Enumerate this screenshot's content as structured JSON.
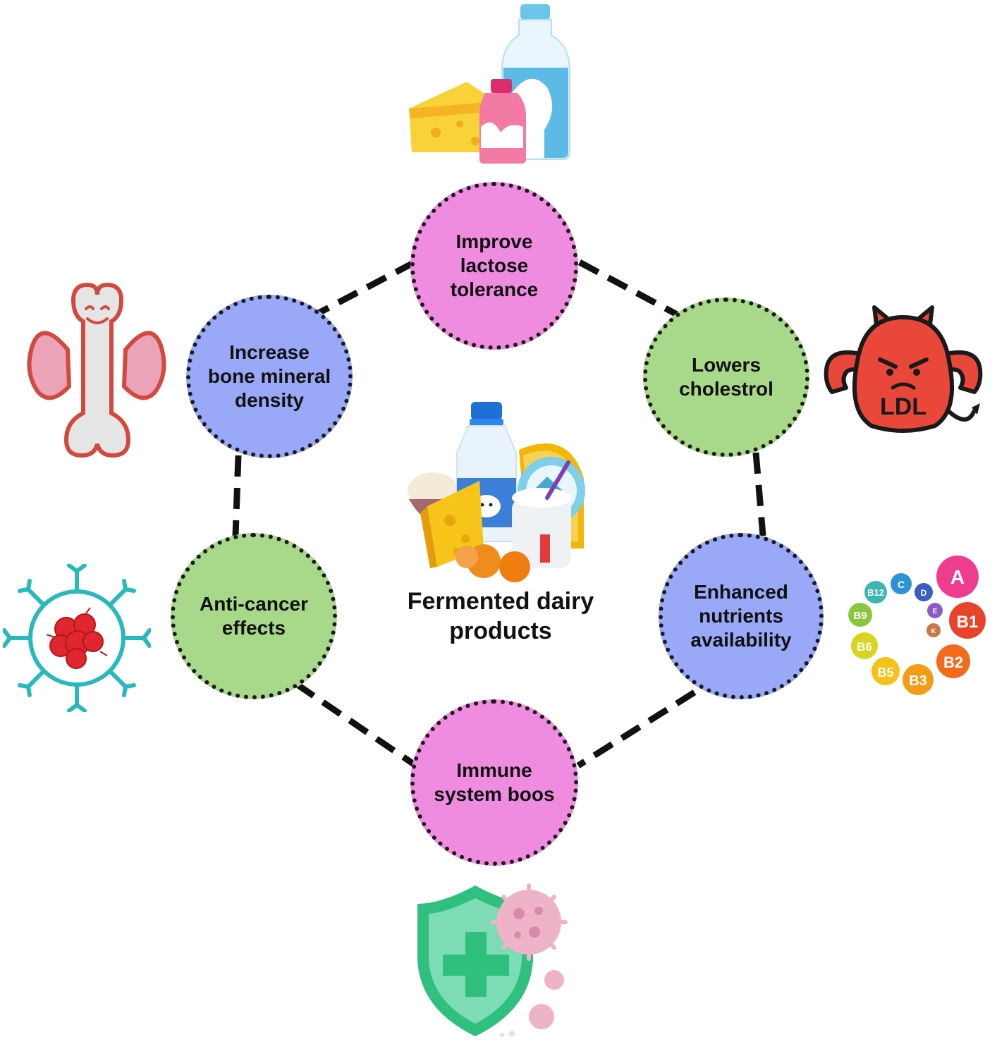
{
  "diagram": {
    "center_label": "Fermented dairy\nproducts",
    "nodes": [
      {
        "id": "lactose",
        "label": "Improve\nlactose\ntolerance",
        "color": "#f08ce0"
      },
      {
        "id": "cholesterol",
        "label": "Lowers\ncholestrol",
        "color": "#a8d98a"
      },
      {
        "id": "nutrients",
        "label": "Enhanced\nnutrients\navailability",
        "color": "#99a8f7"
      },
      {
        "id": "immune",
        "label": "Immune\nsystem boos",
        "color": "#f08ce0"
      },
      {
        "id": "cancer",
        "label": "Anti-cancer\neffects",
        "color": "#a8d98a"
      },
      {
        "id": "bone",
        "label": "Increase\nbone mineral\ndensity",
        "color": "#99a8f7"
      }
    ],
    "ldl_text": "LDL",
    "vitamins": [
      "A",
      "B1",
      "B2",
      "B3",
      "B5",
      "B6",
      "B9",
      "B12",
      "C",
      "D",
      "E",
      "K"
    ],
    "colors": {
      "ring_dash": "#111111",
      "pink": "#f08ce0",
      "green": "#a8d98a",
      "blue": "#99a8f7",
      "devil_red": "#e8473a",
      "bone_outline": "#d24a3f",
      "cell_teal": "#28b9bd",
      "shield_green": "#2fbf7f"
    },
    "icons": [
      "dairy-products-icon",
      "happy-bone-icon",
      "ldl-devil-icon",
      "cancer-cell-icon",
      "vitamins-icon",
      "immune-shield-icon",
      "fermented-dairy-icon"
    ]
  }
}
